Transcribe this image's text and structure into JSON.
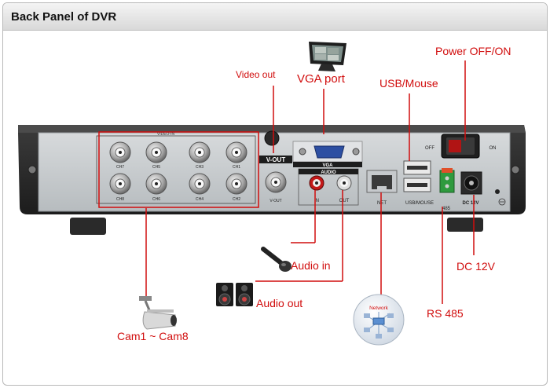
{
  "header": {
    "title": "Back Panel of DVR"
  },
  "panel_labels": {
    "video_in": "VIDEO-IN",
    "v_out": "V-OUT",
    "v_out_port": "V-OUT",
    "vga": "VGA",
    "audio": "AUDIO",
    "audio_in": "IN",
    "audio_out": "OUT",
    "net": "NET",
    "usb_mouse": "USB/MOUSE",
    "rs485": "485",
    "off": "OFF",
    "on": "ON",
    "dc12v": "DC 12V",
    "channels_top": [
      "CH7",
      "CH5",
      "CH3",
      "CH1"
    ],
    "channels_bottom": [
      "CH8",
      "CH6",
      "CH4",
      "CH2"
    ]
  },
  "callouts": {
    "video_out": "Video out",
    "vga_port": "VGA port",
    "usb_mouse": "USB/Mouse",
    "power": "Power OFF/ON",
    "audio_in": "Audio   in",
    "audio_out": "Audio out",
    "dc12v": "DC 12V",
    "rs485": "RS 485",
    "cameras": "Cam1 ~ Cam8",
    "network": "Network"
  },
  "colors": {
    "callout_red": "#d10d0d",
    "line_red": "#d10d0d"
  }
}
